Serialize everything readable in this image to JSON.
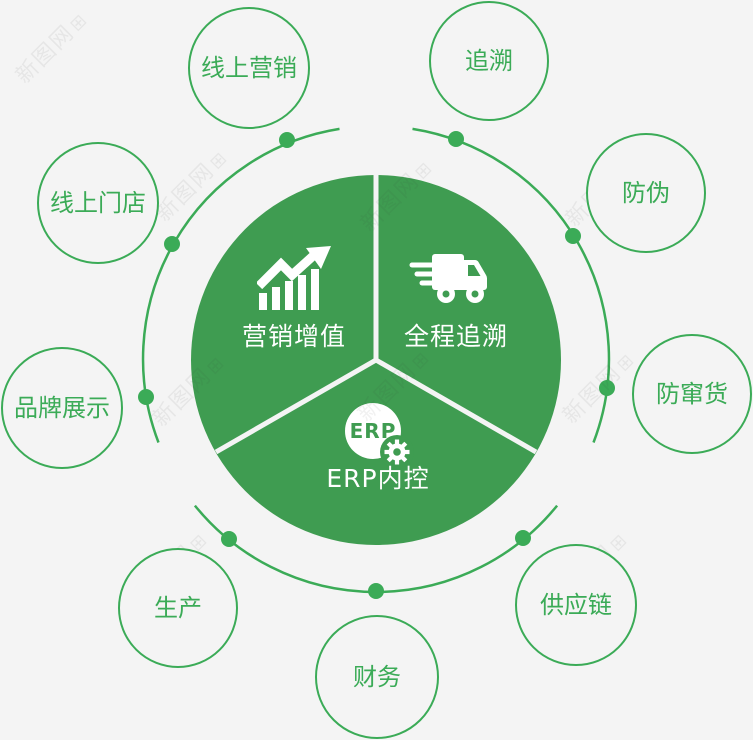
{
  "diagram": {
    "colors": {
      "background": "#f4f4f4",
      "pie_fill": "#3f9c51",
      "line_green": "#3bab57",
      "label_white": "#ffffff"
    },
    "center_segments": [
      {
        "label": "营销增值",
        "icon": "bar-chart-growth-icon"
      },
      {
        "label": "全程追溯",
        "icon": "delivery-truck-icon"
      },
      {
        "label": "ERP内控",
        "icon": "erp-gear-badge-icon",
        "badge_text": "ERP"
      }
    ],
    "outer_nodes": [
      {
        "label": "线上营销"
      },
      {
        "label": "追溯"
      },
      {
        "label": "线上门店"
      },
      {
        "label": "防伪"
      },
      {
        "label": "品牌展示"
      },
      {
        "label": "防窜货"
      },
      {
        "label": "生产"
      },
      {
        "label": "供应链"
      },
      {
        "label": "财务"
      }
    ],
    "watermark_text": "新图网"
  }
}
